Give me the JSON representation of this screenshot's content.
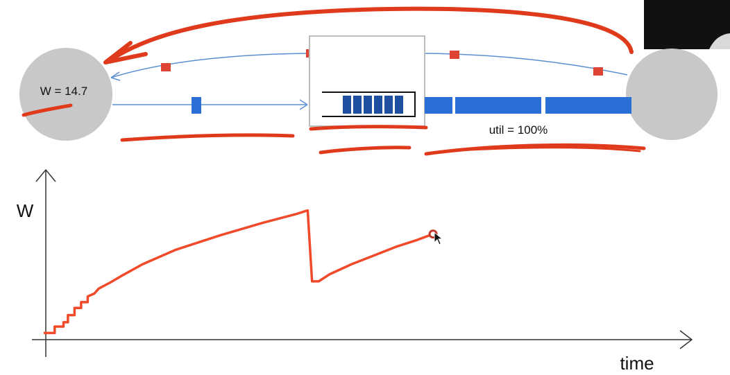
{
  "sender": {
    "label": "W = 14.7"
  },
  "link": {
    "label": "util = 100%"
  },
  "buffer": {
    "filled_slots": 6
  },
  "graph": {
    "ylabel": "W",
    "xlabel": "time"
  },
  "chart_data": {
    "type": "line",
    "title": "",
    "xlabel": "time",
    "ylabel": "W",
    "ticks": "none",
    "grid": false,
    "legend": "none",
    "series": [
      {
        "name": "",
        "color": "#f04a2a",
        "x": [
          0,
          0.5,
          0.5,
          0.9,
          0.9,
          1.1,
          1.1,
          1.4,
          1.4,
          1.7,
          1.7,
          2.0,
          2.0,
          2.3,
          2.5,
          3.0,
          3.5,
          4.5,
          6.0,
          8.0,
          10.0,
          11.5,
          12.0,
          12.2,
          12.5,
          13.0,
          14.0,
          15.0,
          16.0,
          17.0,
          17.7
        ],
        "y": [
          0.8,
          0.8,
          1.25,
          1.25,
          1.55,
          1.55,
          2.05,
          2.05,
          2.55,
          2.55,
          2.95,
          2.95,
          3.35,
          3.55,
          3.9,
          4.3,
          4.75,
          5.6,
          6.6,
          7.6,
          8.5,
          9.1,
          9.35,
          4.4,
          4.4,
          4.9,
          5.6,
          6.2,
          6.8,
          7.3,
          7.7
        ]
      }
    ],
    "cursor_point": {
      "x": 17.7,
      "y": 7.7
    }
  },
  "colors": {
    "annotation": "#e03a1c",
    "flow_blue": "#2a6fd6",
    "dark_blue": "#1e4fa0",
    "packet_red": "#dd4433",
    "node_gray": "#c8c8ca",
    "arrow_line": "#5a8fd0"
  }
}
